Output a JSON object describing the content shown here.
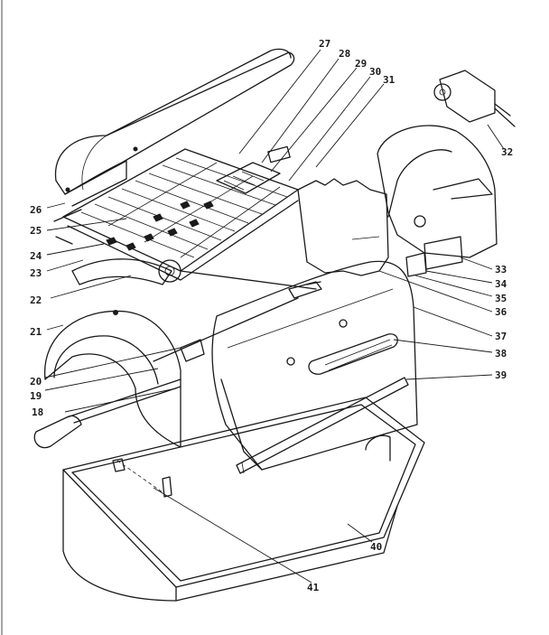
{
  "callouts": [
    "18",
    "19",
    "20",
    "21",
    "22",
    "23",
    "24",
    "25",
    "26",
    "27",
    "28",
    "29",
    "30",
    "31",
    "32",
    "33",
    "34",
    "35",
    "36",
    "37",
    "38",
    "39",
    "40",
    "41"
  ]
}
